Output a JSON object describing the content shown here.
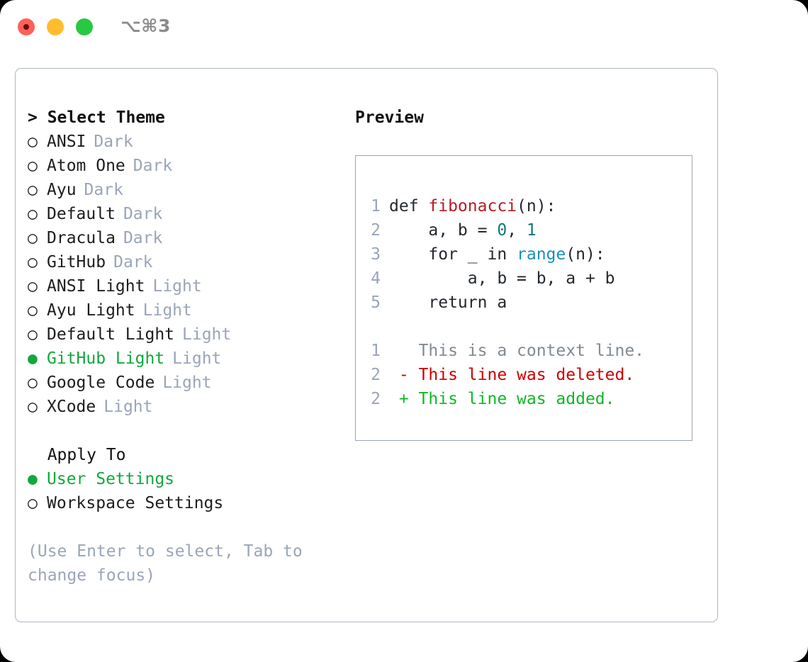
{
  "titlebar": {
    "shortcut": "⌥⌘3",
    "lights": [
      {
        "name": "close",
        "color": "#ff6058"
      },
      {
        "name": "minimize",
        "color": "#ffbd2e"
      },
      {
        "name": "maximize",
        "color": "#28c840"
      }
    ]
  },
  "theme_section": {
    "header": "> Select Theme",
    "items": [
      {
        "marker": "○",
        "label": "ANSI",
        "variant": "Dark",
        "selected": false
      },
      {
        "marker": "○",
        "label": "Atom One",
        "variant": "Dark",
        "selected": false
      },
      {
        "marker": "○",
        "label": "Ayu",
        "variant": "Dark",
        "selected": false
      },
      {
        "marker": "○",
        "label": "Default",
        "variant": "Dark",
        "selected": false
      },
      {
        "marker": "○",
        "label": "Dracula",
        "variant": "Dark",
        "selected": false
      },
      {
        "marker": "○",
        "label": "GitHub",
        "variant": "Dark",
        "selected": false
      },
      {
        "marker": "○",
        "label": "ANSI Light",
        "variant": "Light",
        "selected": false
      },
      {
        "marker": "○",
        "label": "Ayu Light",
        "variant": "Light",
        "selected": false
      },
      {
        "marker": "○",
        "label": "Default Light",
        "variant": "Light",
        "selected": false
      },
      {
        "marker": "●",
        "label": "GitHub Light",
        "variant": "Light",
        "selected": true
      },
      {
        "marker": "○",
        "label": "Google Code",
        "variant": "Light",
        "selected": false
      },
      {
        "marker": "○",
        "label": "XCode",
        "variant": "Light",
        "selected": false
      }
    ]
  },
  "apply_section": {
    "header": "  Apply To",
    "items": [
      {
        "marker": "●",
        "label": "User Settings",
        "selected": true
      },
      {
        "marker": "○",
        "label": "Workspace Settings",
        "selected": false
      }
    ]
  },
  "hint": "(Use Enter to select, Tab to change focus)",
  "preview": {
    "header": "Preview",
    "code_lines": [
      {
        "num": "1",
        "tokens": [
          {
            "t": "def ",
            "c": "plain"
          },
          {
            "t": "fibonacci",
            "c": "fn"
          },
          {
            "t": "(n):",
            "c": "plain"
          }
        ]
      },
      {
        "num": "2",
        "tokens": [
          {
            "t": "    a, b = ",
            "c": "plain"
          },
          {
            "t": "0",
            "c": "num"
          },
          {
            "t": ", ",
            "c": "plain"
          },
          {
            "t": "1",
            "c": "num"
          }
        ]
      },
      {
        "num": "3",
        "tokens": [
          {
            "t": "    for _ in ",
            "c": "plain"
          },
          {
            "t": "range",
            "c": "call"
          },
          {
            "t": "(n):",
            "c": "plain"
          }
        ]
      },
      {
        "num": "4",
        "tokens": [
          {
            "t": "        a, b = b, a + b",
            "c": "plain"
          }
        ]
      },
      {
        "num": "5",
        "tokens": [
          {
            "t": "    return a",
            "c": "plain"
          }
        ]
      }
    ],
    "diff_lines": [
      {
        "num": "1",
        "sign": " ",
        "text": "This is a context line.",
        "kind": "ctx"
      },
      {
        "num": "2",
        "sign": "-",
        "text": "This line was deleted.",
        "kind": "del"
      },
      {
        "num": "2",
        "sign": "+",
        "text": "This line was added.",
        "kind": "add"
      }
    ]
  },
  "colors": {
    "accent_green": "#12a83c",
    "muted": "#9aa5b8",
    "diff_add": "#0fb825",
    "diff_del": "#cc0000",
    "border": "#aeb6c4"
  }
}
